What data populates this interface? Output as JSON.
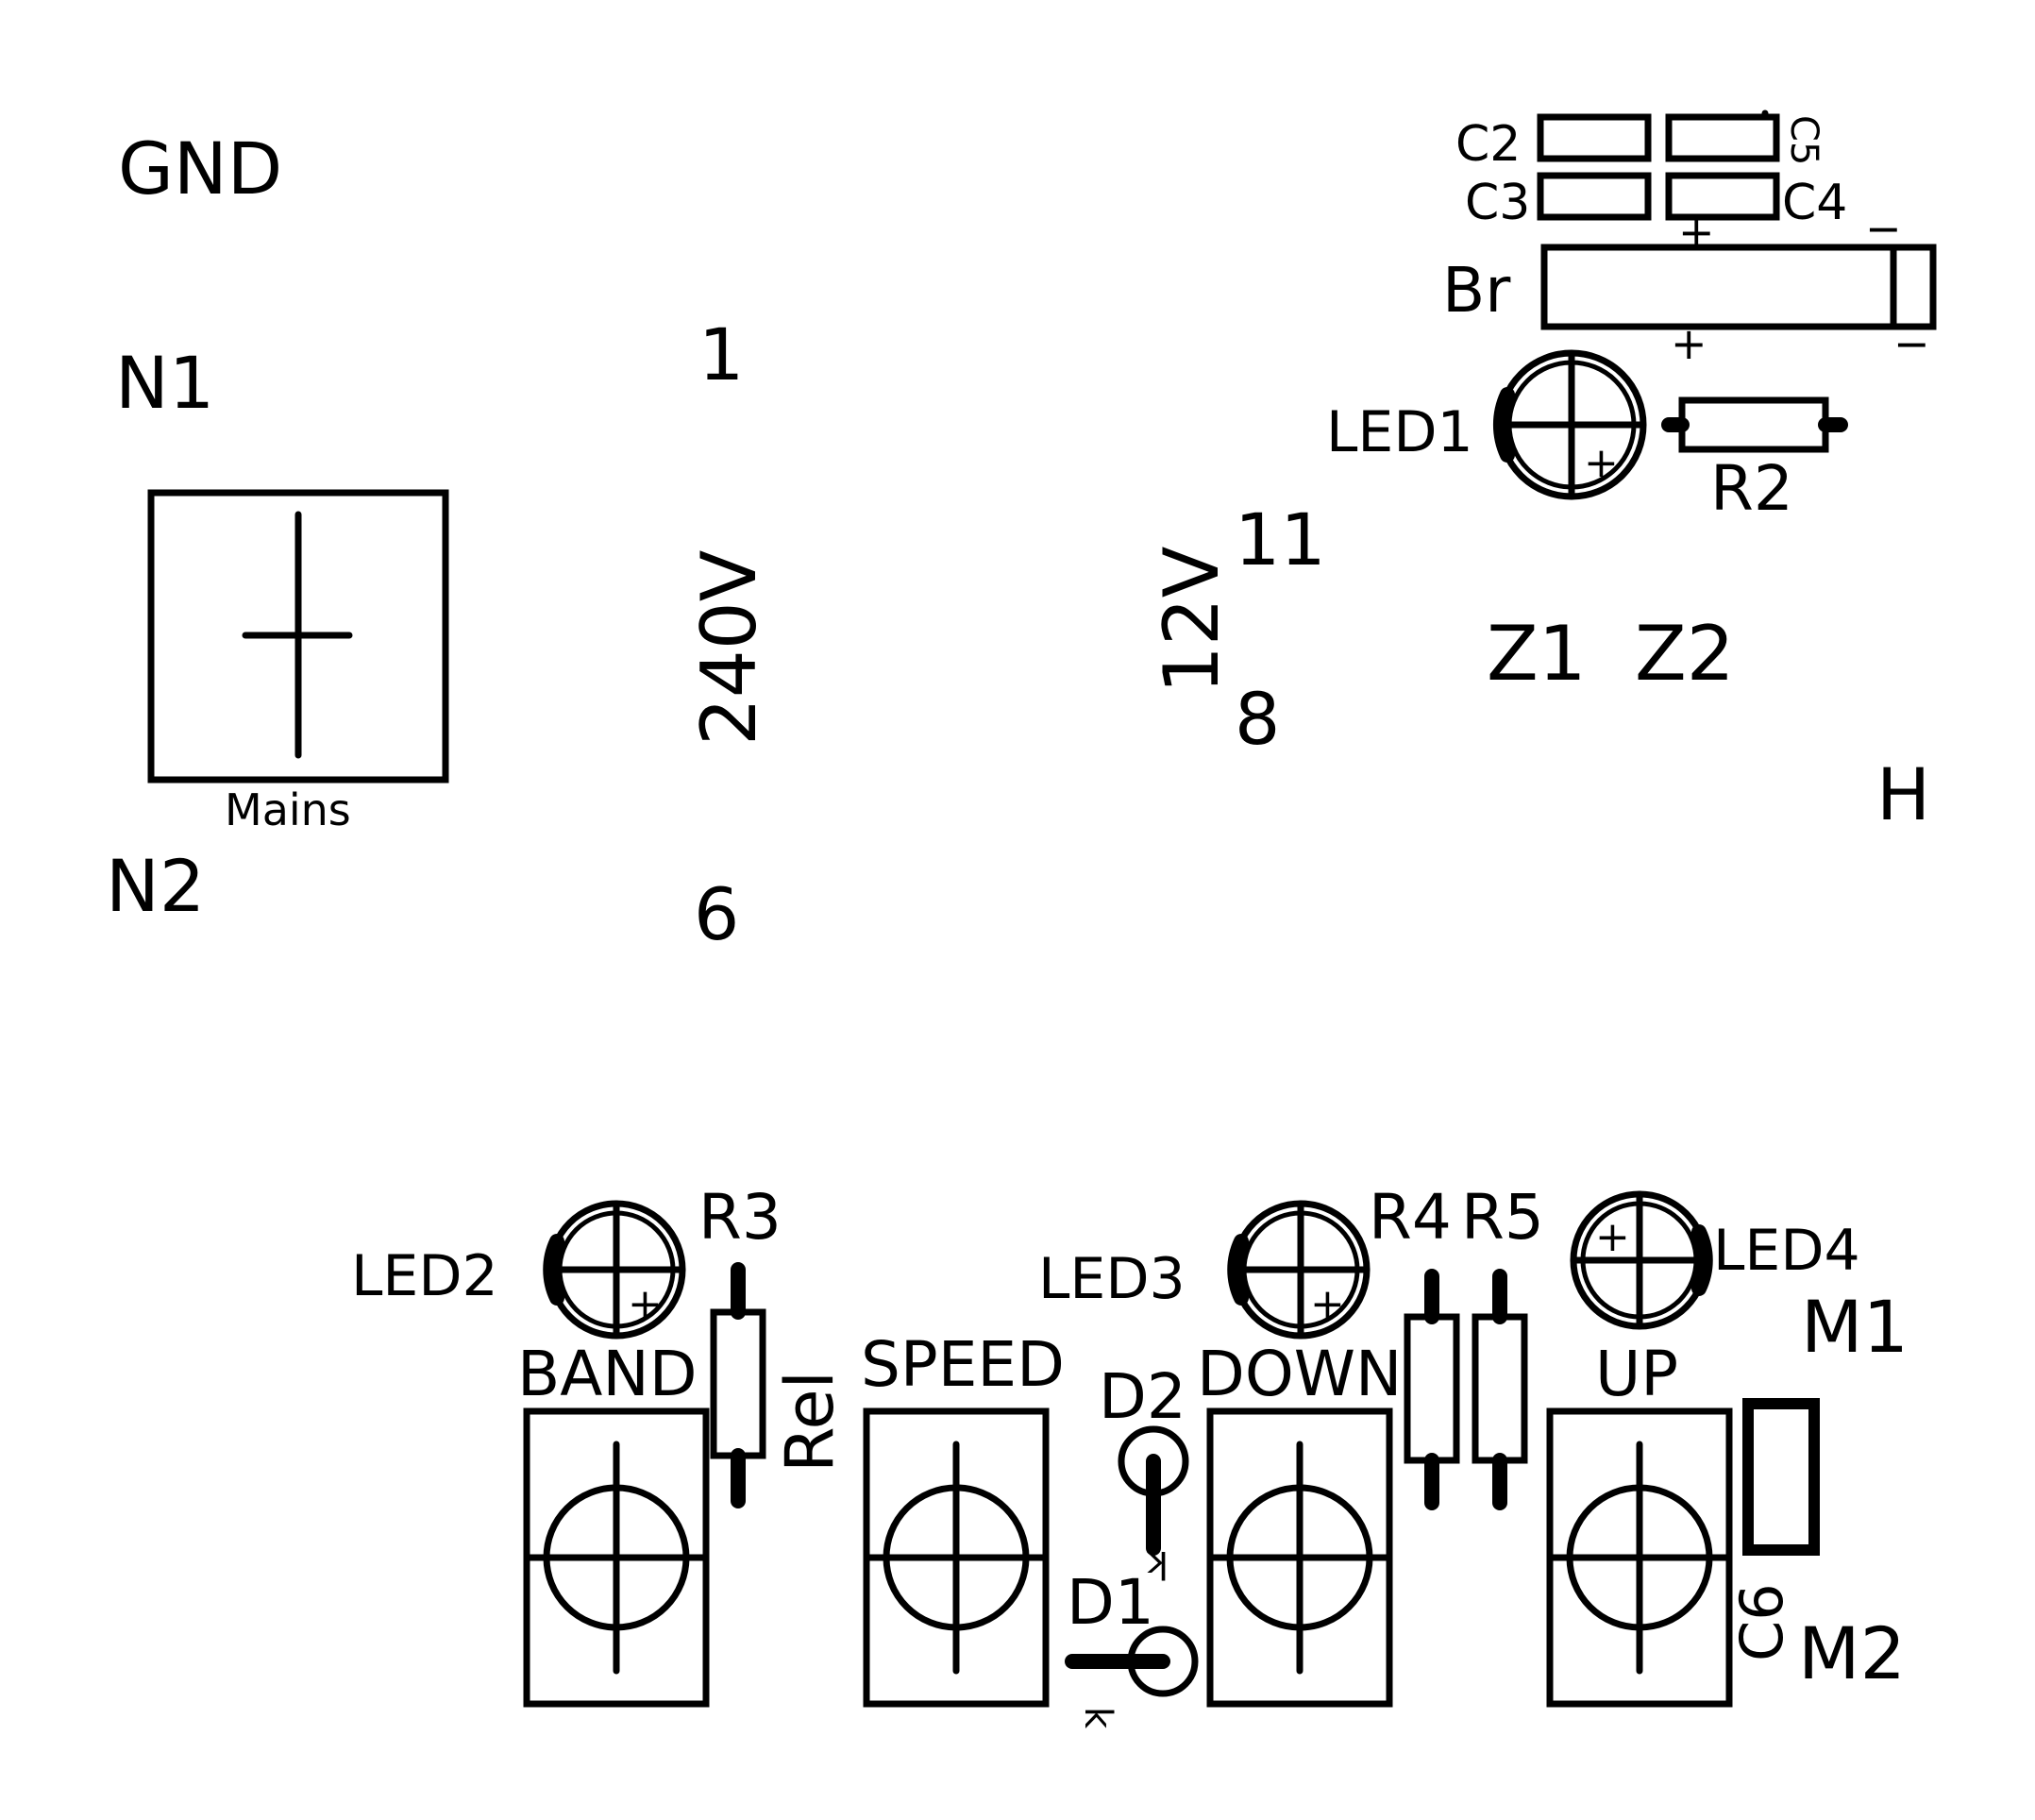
{
  "title": "",
  "colors": {
    "ink": "#000000",
    "background": "#ffffff"
  },
  "labels": {
    "gnd": "GND",
    "n1": "N1",
    "n2": "N2",
    "mains": "Mains",
    "pin1": "1",
    "pin6": "6",
    "v240": "240V",
    "v12": "12V",
    "pin11": "11",
    "pin8": "8",
    "c2": "C2",
    "c3": "C3",
    "c4": "C4",
    "c5": "C5",
    "br": "Br",
    "br_plus_top": "+",
    "br_minus_top": "−",
    "br_plus_bottom": "+",
    "br_minus_bottom": "−",
    "led1": "LED1",
    "led1_plus": "+",
    "r2": "R2",
    "z1": "Z1",
    "z2": "Z2",
    "h": "H",
    "led2": "LED2",
    "led2_plus": "+",
    "r3": "R3",
    "band": "BAND",
    "rel": "Rel",
    "speed": "SPEED",
    "d2": "D2",
    "d2_k": "k",
    "led3": "LED3",
    "led3_plus": "+",
    "down": "DOWN",
    "r4": "R4",
    "r5": "R5",
    "d1": "D1",
    "d1_k": "k",
    "led4": "LED4",
    "led4_plus": "+",
    "up": "UP",
    "m1": "M1",
    "m2": "M2",
    "c6": "C6"
  }
}
